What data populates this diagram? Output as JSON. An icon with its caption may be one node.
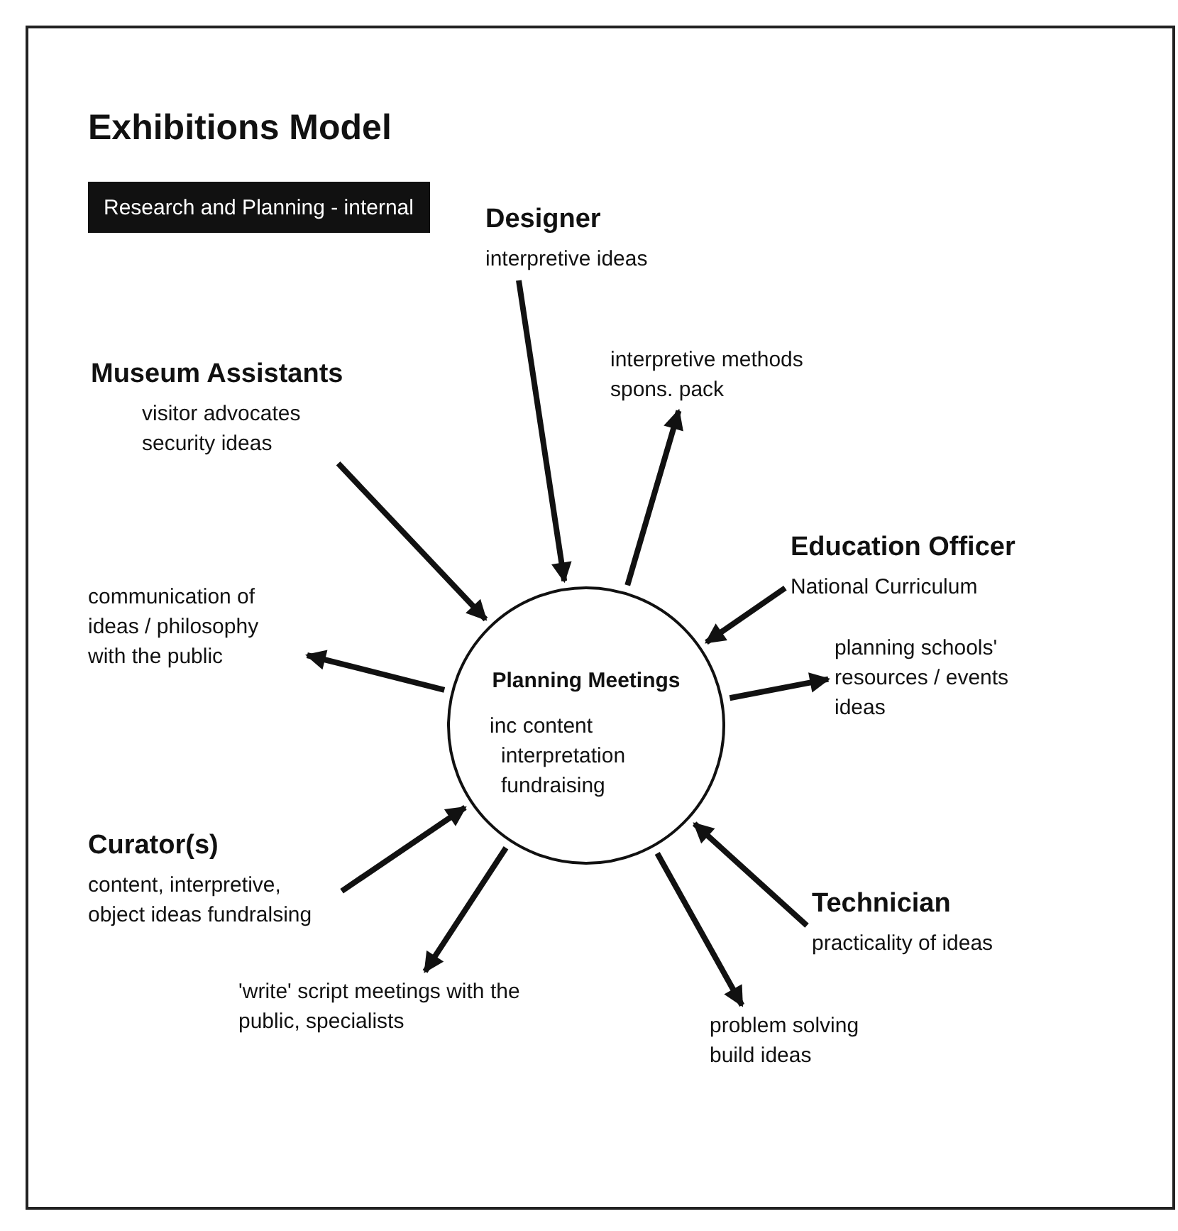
{
  "diagram": {
    "title": "Exhibitions Model",
    "nodes": [
      {
        "text": [
          "Research and Planning - internal"
        ]
      },
      {
        "text": [
          "Designer",
          "interpretive ideas"
        ]
      },
      {
        "text": [
          "Museum Assistants",
          "visitor advocates security ideas"
        ]
      },
      {
        "text": [
          "interpretive methods spons. pack"
        ]
      },
      {
        "text": [
          "Education Officer",
          "National Curriculum"
        ]
      },
      {
        "text": [
          "communication of ideas / philosophy with the public"
        ]
      },
      {
        "text": [
          "planning schools' resources / events ideas"
        ]
      },
      {
        "text": [
          "Planning Meetings",
          "inc content interpretation fundraising"
        ]
      },
      {
        "text": [
          "Curator(s)",
          "content, interpretive, object ideas fundralsing"
        ]
      },
      {
        "text": [
          "Technician",
          "practicality of ideas"
        ]
      },
      {
        "text": [
          "'write' script meetings with the public, specialists"
        ]
      },
      {
        "text": [
          "problem solving build ideas"
        ]
      }
    ],
    "edges": [
      {
        "from": 1,
        "to": 7,
        "arrow": "to"
      },
      {
        "from": 7,
        "to": 3,
        "arrow": "to"
      },
      {
        "from": 2,
        "to": 7,
        "arrow": "to"
      },
      {
        "from": 7,
        "to": 5,
        "arrow": "to"
      },
      {
        "from": 4,
        "to": 7,
        "arrow": "to"
      },
      {
        "from": 7,
        "to": 6,
        "arrow": "to"
      },
      {
        "from": 8,
        "to": 7,
        "arrow": "to"
      },
      {
        "from": 7,
        "to": 10,
        "arrow": "to"
      },
      {
        "from": 9,
        "to": 7,
        "arrow": "to"
      },
      {
        "from": 7,
        "to": 11,
        "arrow": "to"
      }
    ]
  }
}
